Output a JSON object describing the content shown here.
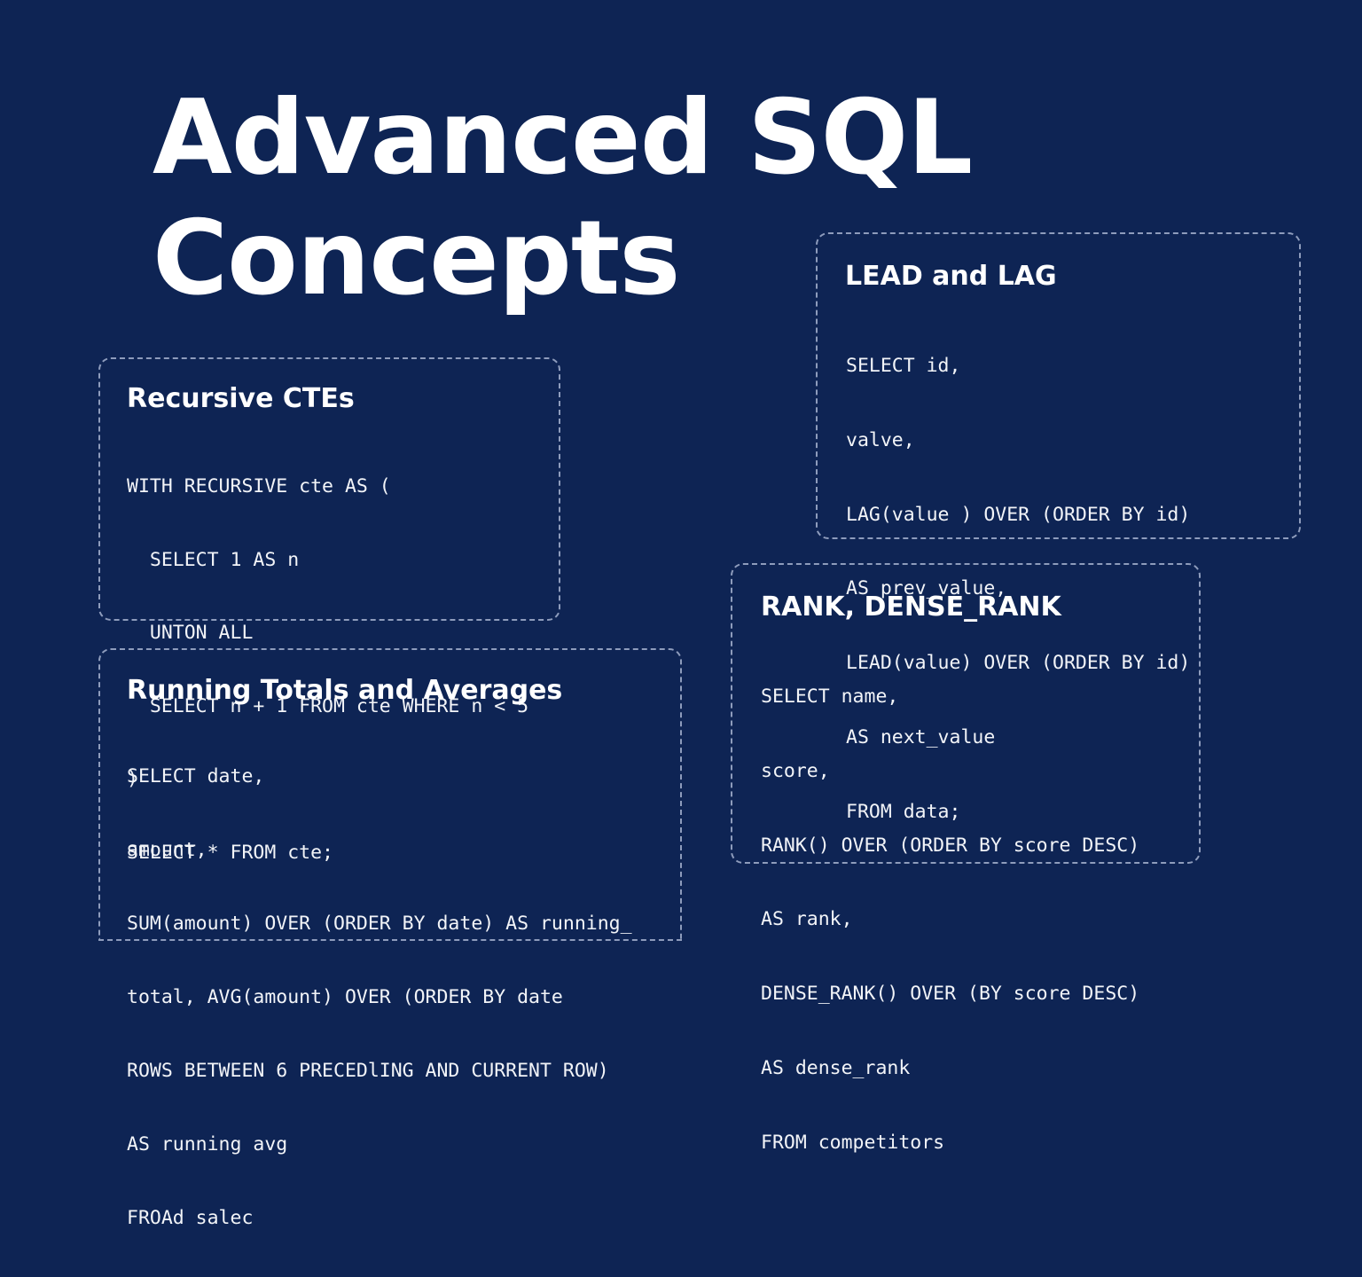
{
  "title": {
    "line1": "Advanced SQL",
    "line2": "Concepts"
  },
  "cards": {
    "recursive": {
      "title": "Recursive CTEs",
      "code": [
        "WITH RECURSIVE cte AS (",
        "  SELECT 1 AS n",
        "  UNTON ALL",
        "  SELECT n + 1 FROM cte WHERE n < 5",
        ")",
        "SELECT * FROM cte;"
      ]
    },
    "running": {
      "title": "Running Totals and Averages",
      "code": [
        "SELECT date,",
        "amount,",
        "SUM(amount) OVER (ORDER BY date) AS running_",
        "total, AVG(amount) OVER (ORDER BY date",
        "ROWS BETWEEN 6 PRECEDlING AND CURRENT ROW)",
        "AS running avg",
        "FROAd salec"
      ]
    },
    "leadlag": {
      "title": "LEAD and LAG",
      "code": [
        "SELECT id,",
        "valve,",
        "LAG(value ) OVER (ORDER BY id)",
        "AS prev_value,",
        "LEAD(value) OVER (ORDER BY id)",
        "AS next_value",
        "FROM data;"
      ]
    },
    "rank": {
      "title": "RANK, DENSE_RANK",
      "code": [
        "SELECT name,",
        "score,",
        "RANK() OVER (ORDER BY score DESC)",
        "AS rank,",
        "DENSE_RANK() OVER (BY score DESC)",
        "AS dense_rank",
        "FROM competitors"
      ]
    }
  },
  "colors": {
    "background": "#0e2454",
    "text": "#ffffff",
    "border": "#8e9cbc"
  }
}
